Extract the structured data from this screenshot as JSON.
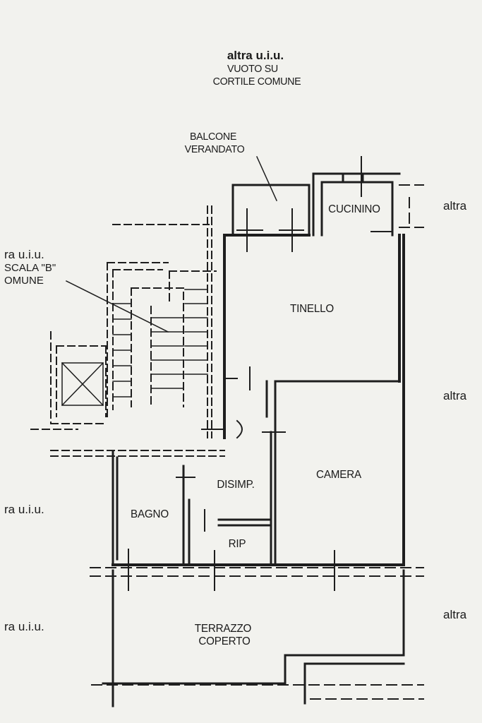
{
  "labels": {
    "top_title": "altra u.i.u.",
    "top_line1": "VUOTO SU",
    "top_line2": "CORTILE COMUNE",
    "balcone_line1": "BALCONE",
    "balcone_line2": "VERANDATO",
    "cucinino": "CUCININO",
    "tinello": "TINELLO",
    "camera": "CAMERA",
    "disimp": "DISIMP.",
    "bagno": "BAGNO",
    "rip": "RIP",
    "terrazzo_line1": "TERRAZZO",
    "terrazzo_line2": "COPERTO",
    "scala_line1": "ra u.i.u.",
    "scala_line2": "SCALA \"B\"",
    "scala_line3": "OMUNE",
    "left_mid": "ra u.i.u.",
    "left_low": "ra u.i.u.",
    "right_top": "altra",
    "right_mid": "altra",
    "right_low": "altra"
  }
}
